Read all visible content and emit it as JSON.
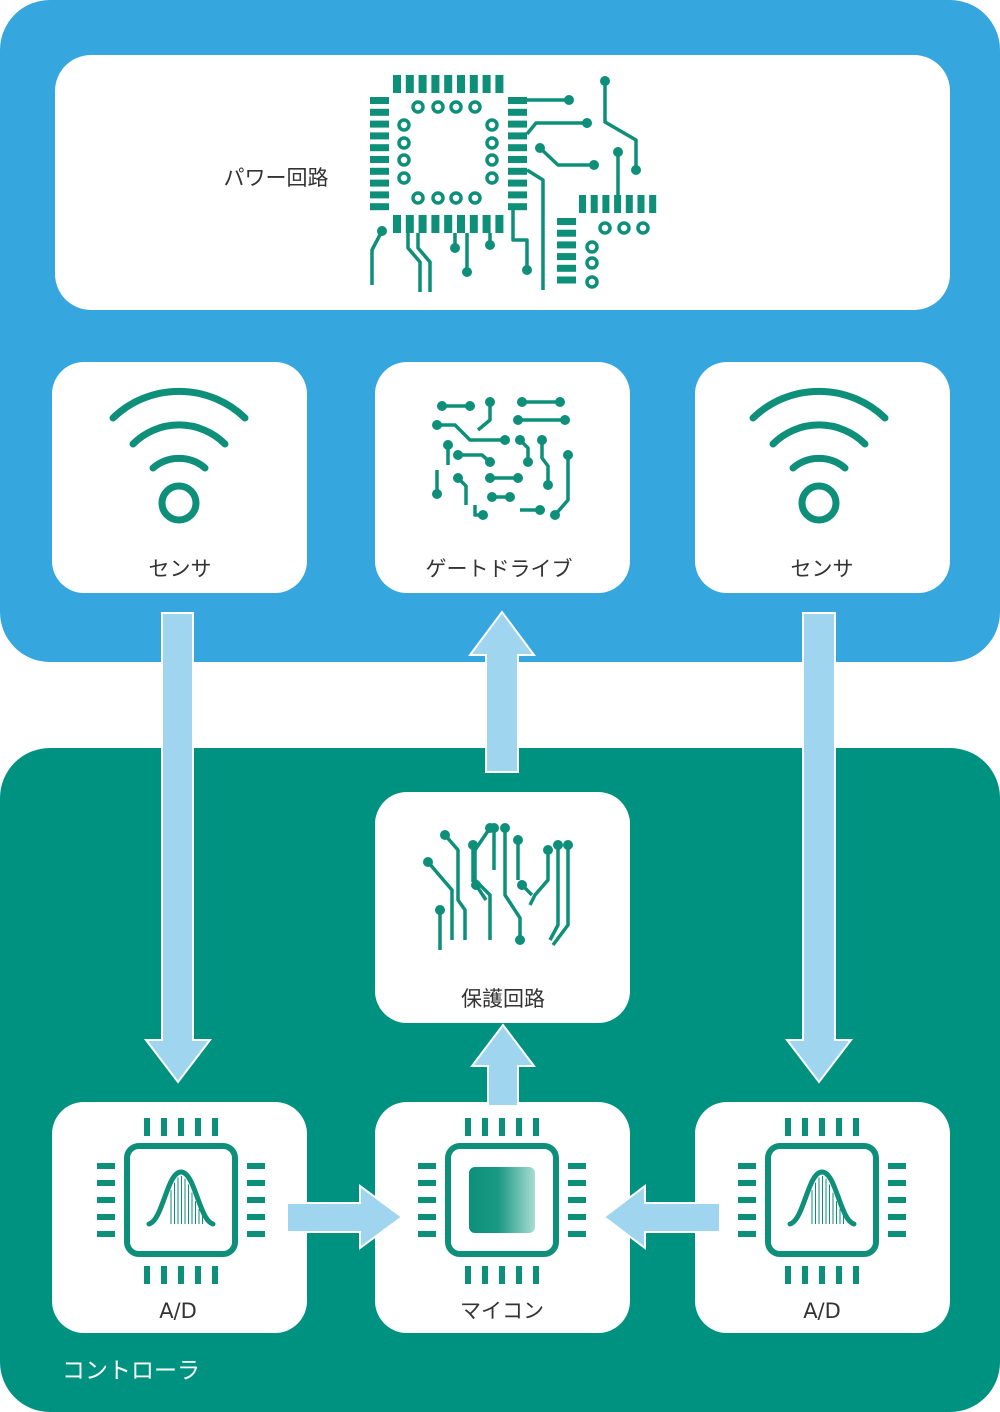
{
  "colors": {
    "power_panel": "#35a6de",
    "controller_panel": "#009280",
    "icon": "#0d8f79",
    "arrow": "#9fd5ee",
    "card": "#ffffff"
  },
  "power_panel": {
    "power_circuit": {
      "label": "パワー回路",
      "icon": "pcb-icon"
    },
    "sensor_left": {
      "label": "センサ",
      "icon": "wifi-icon"
    },
    "gate_drive": {
      "label": "ゲートドライブ",
      "icon": "circuit-traces-icon"
    },
    "sensor_right": {
      "label": "センサ",
      "icon": "wifi-icon"
    }
  },
  "controller_panel": {
    "title": "コントローラ",
    "protection": {
      "label": "保護回路",
      "icon": "circuit-traces-icon"
    },
    "ad_left": {
      "label": "A/D",
      "icon": "chip-bell-curve-icon"
    },
    "mcu": {
      "label": "マイコン",
      "icon": "chip-icon"
    },
    "ad_right": {
      "label": "A/D",
      "icon": "chip-bell-curve-icon"
    }
  }
}
